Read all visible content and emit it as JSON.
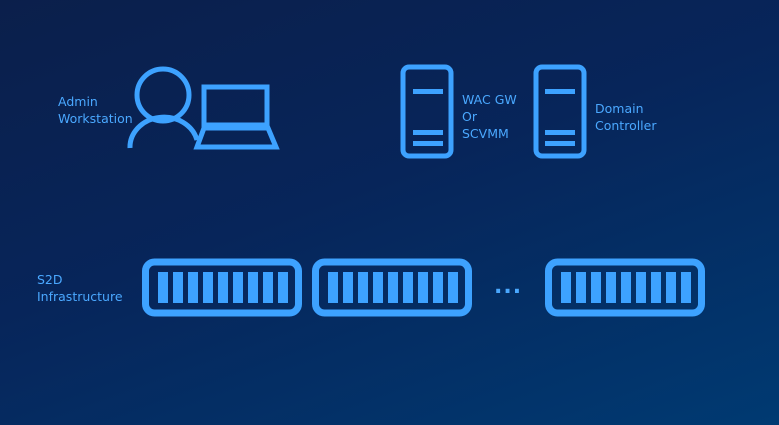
{
  "labels": {
    "admin": "Admin\nWorkstation",
    "wac": "WAC GW\nOr\nSCVMM",
    "domain": "Domain\nController",
    "s2d": "S2D\nInfrastructure",
    "ellipsis": "..."
  },
  "colors": {
    "accent": "#3da2ff",
    "background": "#07255a"
  },
  "icons": [
    "user-icon",
    "laptop-icon",
    "server-icon",
    "server-icon",
    "storage-rack-icon",
    "storage-rack-icon",
    "storage-rack-icon"
  ],
  "rack_drive_count": 9
}
